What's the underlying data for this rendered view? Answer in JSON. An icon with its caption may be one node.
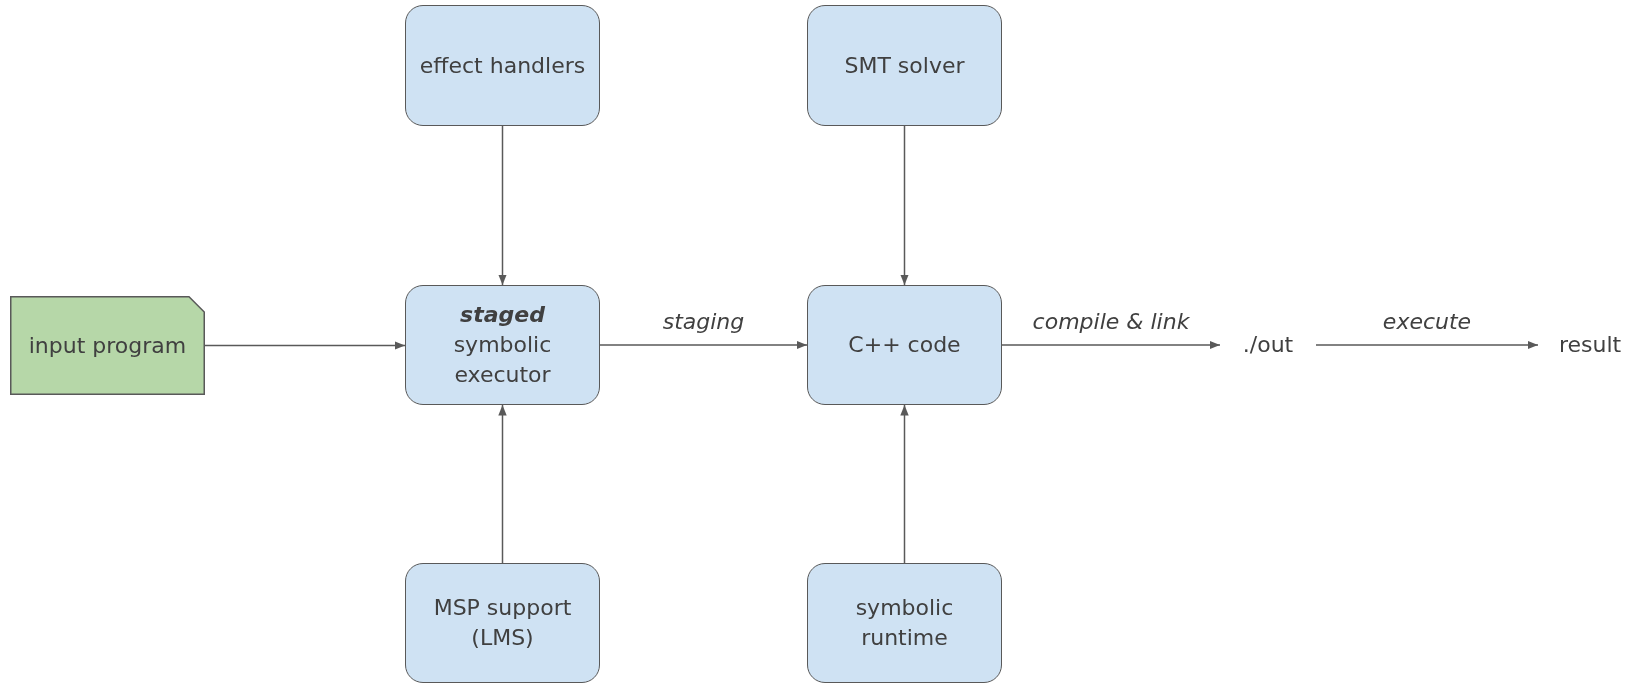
{
  "diagram": {
    "nodes": [
      {
        "text": [
          "effect handlers"
        ]
      },
      {
        "text": [
          "SMT solver"
        ]
      },
      {
        "text": [
          "input program"
        ]
      },
      {
        "text": [
          "**staged** symbolic executor"
        ]
      },
      {
        "text": [
          "C++ code"
        ]
      },
      {
        "text": [
          "./out"
        ]
      },
      {
        "text": [
          "result"
        ]
      },
      {
        "text": [
          "MSP support (LMS)"
        ]
      },
      {
        "text": [
          "symbolic runtime"
        ]
      }
    ],
    "edges": [
      {
        "from": 0,
        "to": 3,
        "arrow": "to"
      },
      {
        "from": 2,
        "to": 3,
        "arrow": "to"
      },
      {
        "from": 7,
        "to": 3,
        "arrow": "to"
      },
      {
        "from": 3,
        "to": 4,
        "arrow": "to",
        "label": "staging"
      },
      {
        "from": 1,
        "to": 4,
        "arrow": "to"
      },
      {
        "from": 8,
        "to": 4,
        "arrow": "to"
      },
      {
        "from": 4,
        "to": 5,
        "arrow": "to",
        "label": "compile & link"
      },
      {
        "from": 5,
        "to": 6,
        "arrow": "to",
        "label": "execute"
      }
    ]
  }
}
